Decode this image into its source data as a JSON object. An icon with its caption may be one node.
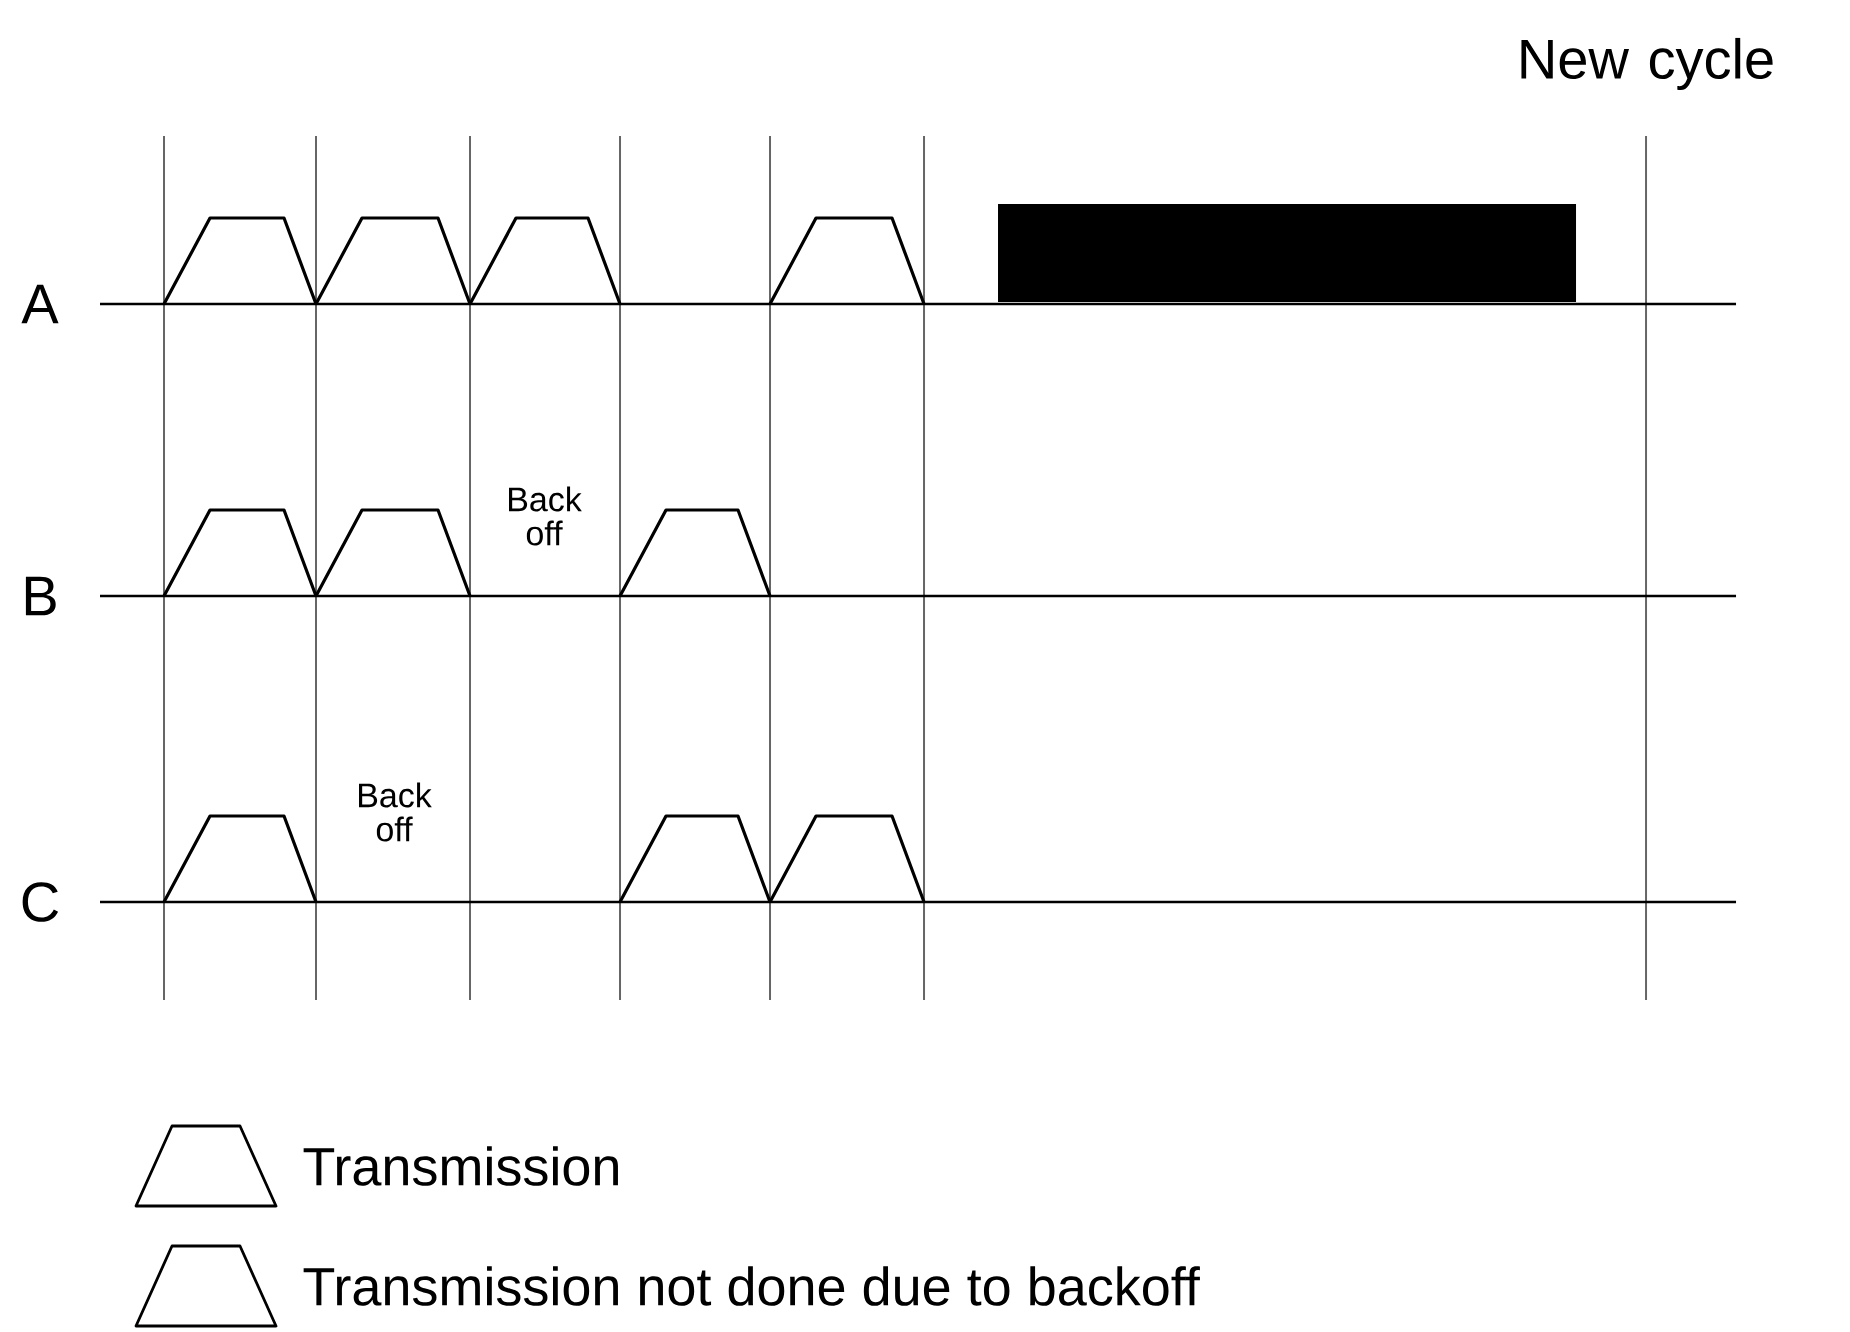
{
  "diagram": {
    "labels": [
      "New cycle",
      "A",
      "Back off",
      "B",
      "Back off",
      "C"
    ],
    "legend": [
      {
        "text": "Transmission"
      },
      {
        "text": "Transmission not done due to backoff"
      }
    ]
  }
}
